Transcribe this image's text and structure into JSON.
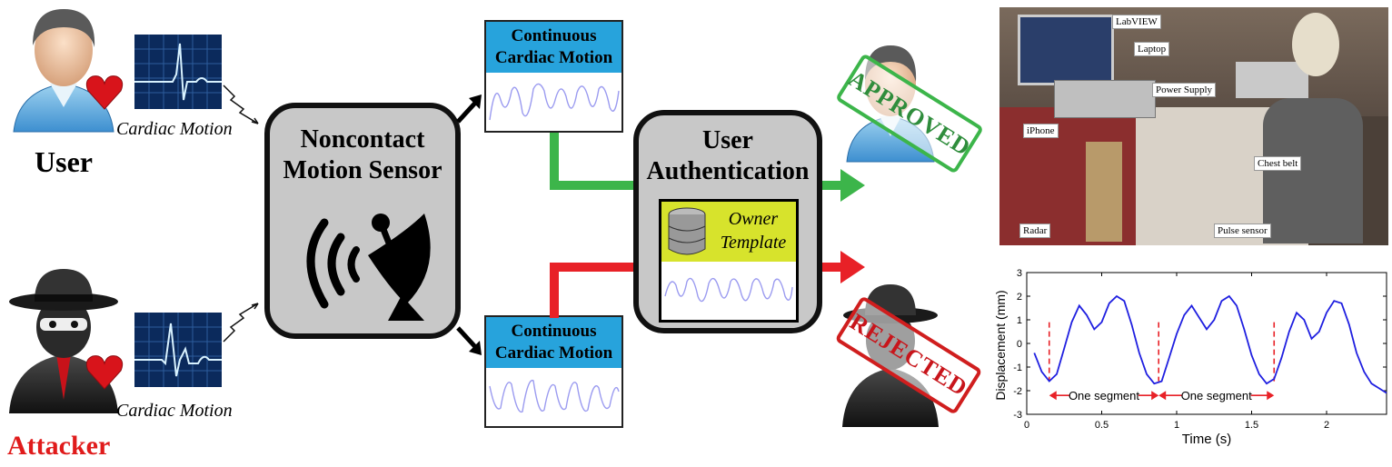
{
  "user": {
    "label": "User",
    "signal_caption": "Cardiac Motion"
  },
  "attacker": {
    "label": "Attacker",
    "signal_caption": "Cardiac Motion"
  },
  "sensor": {
    "line1": "Noncontact",
    "line2": "Motion Sensor"
  },
  "continuous_top": {
    "line1": "Continuous",
    "line2": "Cardiac Motion"
  },
  "continuous_bottom": {
    "line1": "Continuous",
    "line2": "Cardiac Motion"
  },
  "auth": {
    "line1": "User",
    "line2": "Authentication",
    "template_line1": "Owner",
    "template_line2": "Template"
  },
  "stamps": {
    "approved": "APPROVED",
    "rejected": "REJECTED"
  },
  "photo_labels": {
    "labview": "LabVIEW",
    "laptop": "Laptop",
    "power_supply": "Power Supply",
    "iphone": "iPhone",
    "chest_belt": "Chest belt",
    "radar": "Radar",
    "pulse_sensor": "Pulse sensor"
  },
  "colors": {
    "accept": "#3cb54a",
    "reject": "#e82127",
    "header_blue": "#27a3dc",
    "template_yellow": "#d7e32c",
    "plot_line": "#1f1fe0"
  },
  "chart_data": {
    "type": "line",
    "xlabel": "Time (s)",
    "ylabel": "Displacement (mm)",
    "xlim": [
      0,
      2.4
    ],
    "ylim": [
      -3,
      3
    ],
    "xticks": [
      "0",
      "0.5",
      "1",
      "1.5",
      "2"
    ],
    "yticks": [
      "3",
      "2",
      "1",
      "0",
      "-1",
      "-2",
      "-3"
    ],
    "series": [
      {
        "x": [
          0.05,
          0.1,
          0.15,
          0.2,
          0.25,
          0.3,
          0.35,
          0.4,
          0.45,
          0.5,
          0.55,
          0.6,
          0.65,
          0.7,
          0.75,
          0.8,
          0.85,
          0.9,
          0.95,
          1.0,
          1.05,
          1.1,
          1.15,
          1.2,
          1.25,
          1.3,
          1.35,
          1.4,
          1.45,
          1.5,
          1.55,
          1.6,
          1.65,
          1.7,
          1.75,
          1.8,
          1.85,
          1.9,
          1.95,
          2.0,
          2.05,
          2.1,
          2.15,
          2.2,
          2.25,
          2.3,
          2.35,
          2.4
        ],
        "y": [
          -0.4,
          -1.2,
          -1.6,
          -1.3,
          -0.2,
          0.9,
          1.6,
          1.2,
          0.6,
          0.9,
          1.7,
          2.0,
          1.8,
          0.8,
          -0.4,
          -1.3,
          -1.7,
          -1.6,
          -0.6,
          0.4,
          1.2,
          1.6,
          1.1,
          0.6,
          1.0,
          1.8,
          2.0,
          1.6,
          0.6,
          -0.5,
          -1.3,
          -1.7,
          -1.5,
          -0.6,
          0.5,
          1.3,
          1.0,
          0.2,
          0.5,
          1.3,
          1.8,
          1.7,
          0.8,
          -0.4,
          -1.2,
          -1.7,
          -1.9,
          -2.1
        ]
      }
    ],
    "segment_markers_x": [
      0.15,
      0.88,
      1.65
    ],
    "annotations": [
      "One segment",
      "One segment"
    ]
  }
}
